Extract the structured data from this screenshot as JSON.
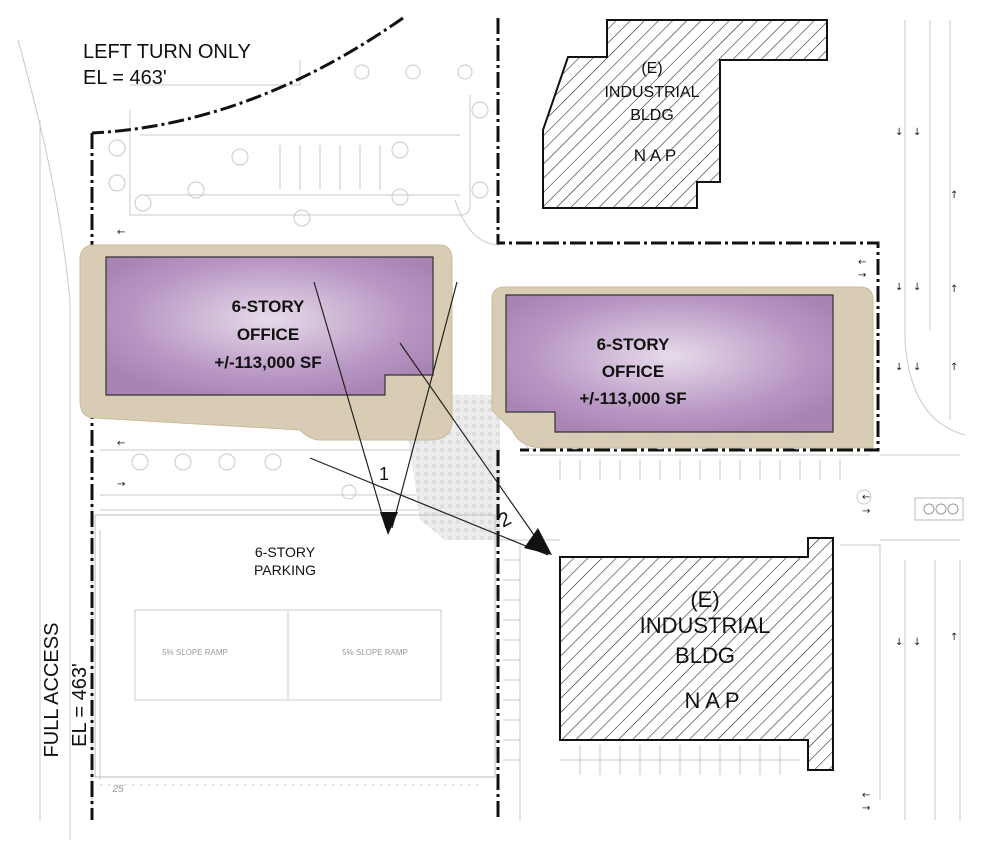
{
  "labels": {
    "left_turn_line1": "LEFT TURN ONLY",
    "left_turn_line2": "EL = 463'",
    "full_access_line1": "FULL ACCESS",
    "full_access_line2": "EL = 463'"
  },
  "buildings": {
    "industrial_top": {
      "line1": "(E)",
      "line2": "INDUSTRIAL",
      "line3": "BLDG",
      "line4": "N A P"
    },
    "industrial_bottom": {
      "line1": "(E)",
      "line2": "INDUSTRIAL",
      "line3": "BLDG",
      "line4": "N A P"
    },
    "office_left": {
      "line1": "6-STORY",
      "line2": "OFFICE",
      "line3": "+/-113,000 SF"
    },
    "office_right": {
      "line1": "6-STORY",
      "line2": "OFFICE",
      "line3": "+/-113,000 SF"
    },
    "parking": {
      "line1": "6-STORY",
      "line2": "PARKING",
      "ramp_left": "5% SLOPE RAMP",
      "ramp_right": "5% SLOPE RAMP",
      "stall_count": "25"
    }
  },
  "views": {
    "view1": "1",
    "view2": "2"
  },
  "colors": {
    "office_fill": "#b18fbd",
    "office_highlight": "#e6dbea",
    "plaza_fill": "#d8cdb4",
    "hatch": "#1a1a1a",
    "property_line": "#111111"
  }
}
